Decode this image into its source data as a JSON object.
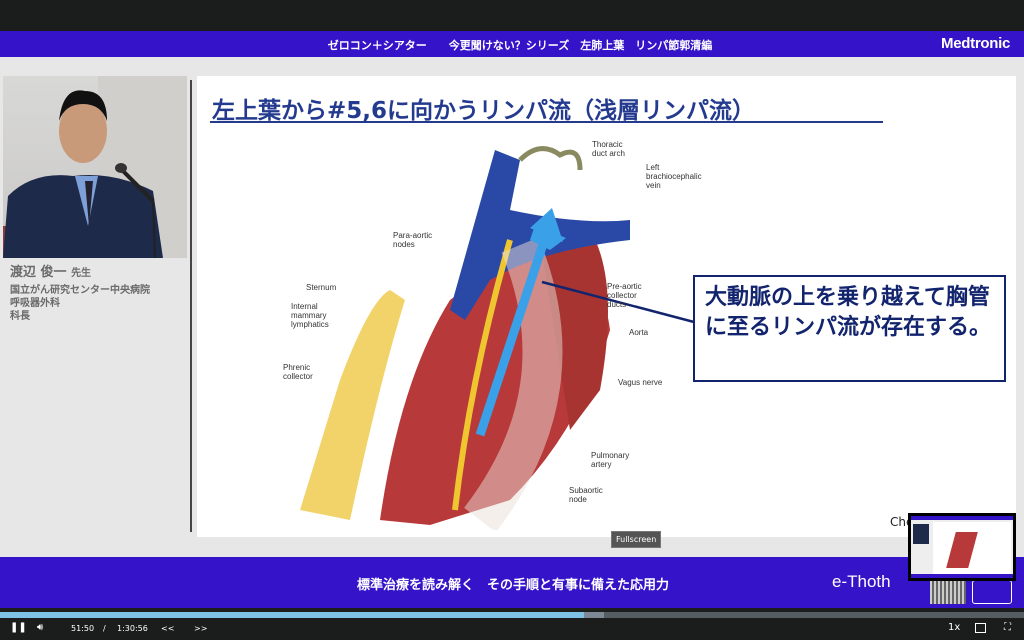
{
  "header": {
    "title": "ゼロコン＋シアター　　今更聞けない？シリーズ　左肺上葉　リンパ節郭清編",
    "brand": "Medtronic"
  },
  "speaker": {
    "name": "渡辺 俊一",
    "honorific": "先生",
    "affiliation": "国立がん研究センター中央病院",
    "department": "呼吸器外科",
    "position": "科長"
  },
  "slide": {
    "title": "左上葉から#5,6に向かうリンパ流（浅層リンパ流）",
    "labels": {
      "thoracic": "Thoracic\nduct arch",
      "lbv": "Left\nbrachiocephalic\nvein",
      "paraaortic": "Para-aortic\nnodes",
      "sternum": "Sternum",
      "imm": "Internal\nmammary\nlymphatics",
      "preaortic": "Pre-aortic\ncollector\nducts",
      "aorta": "Aorta",
      "phrenic": "Phrenic\ncollector",
      "vagus": "Vagus nerve",
      "pa": "Pulmonary\nartery",
      "subaortic": "Subaortic\nnode"
    },
    "callout": "大動脈の上を乗り越えて胸管に至るリンパ流が存在する。",
    "citation": "Che"
  },
  "tooltip": "Fullscreen",
  "footer": {
    "title": "標準治療を読み解く　その手順と有事に備えた応用力",
    "logo": "e-Thoth"
  },
  "player": {
    "current_time": "51:50",
    "separator": "/",
    "duration": "1:30:56",
    "rewind": "<<",
    "forward": ">>",
    "speed": "1x",
    "played_fraction": 0.57,
    "buffered_fraction": 0.59
  },
  "colors": {
    "brand_purple": "#3413c9",
    "slide_navy": "#233a8f",
    "progress": "#7ec3e6"
  }
}
